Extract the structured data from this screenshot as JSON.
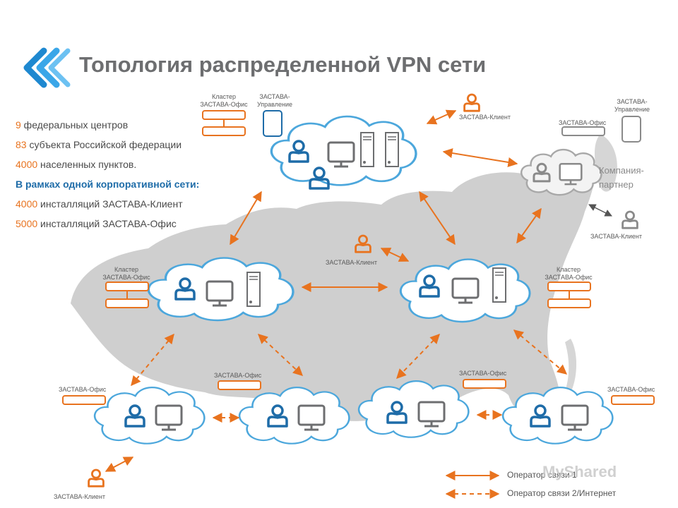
{
  "title": "Топология распределенной VPN сети",
  "facts": {
    "row1": {
      "num": "9",
      "text": " федеральных центров"
    },
    "row2": {
      "num": "83",
      "text": " субъекта Российской федерации"
    },
    "row3": {
      "num": "4000",
      "text": " населенных пунктов."
    },
    "heading": "В рамках одной корпоративной сети:",
    "row4": {
      "num": "4000",
      "text": " инсталляций ЗАСТАВА-Клиент"
    },
    "row5": {
      "num": "5000",
      "text": " инсталляций ЗАСТАВА-Офис"
    }
  },
  "labels": {
    "cluster_office": "Кластер ЗАСТАВА-Офис",
    "management": "ЗАСТАВА-Управление",
    "client": "ЗАСТАВА-Клиент",
    "office": "ЗАСТАВА-Офис",
    "partner": "Компания-партнер"
  },
  "legend": {
    "solid": "Оператор связи 1",
    "dashed": "Оператор связи 2/Интернет"
  },
  "watermark": "MyShared",
  "colors": {
    "orange": "#e8731f",
    "blue": "#1e6ca8",
    "cloud_border": "#4ca7dc",
    "map_gray": "#cfcfcf",
    "title_gray": "#6d6e70",
    "partner_gray": "#a8a8a8",
    "logo_blue": "#1e88d0"
  },
  "icons": [
    "logo-icon",
    "user-icon",
    "monitor-icon",
    "server-icon",
    "router-icon",
    "tablet-icon"
  ]
}
